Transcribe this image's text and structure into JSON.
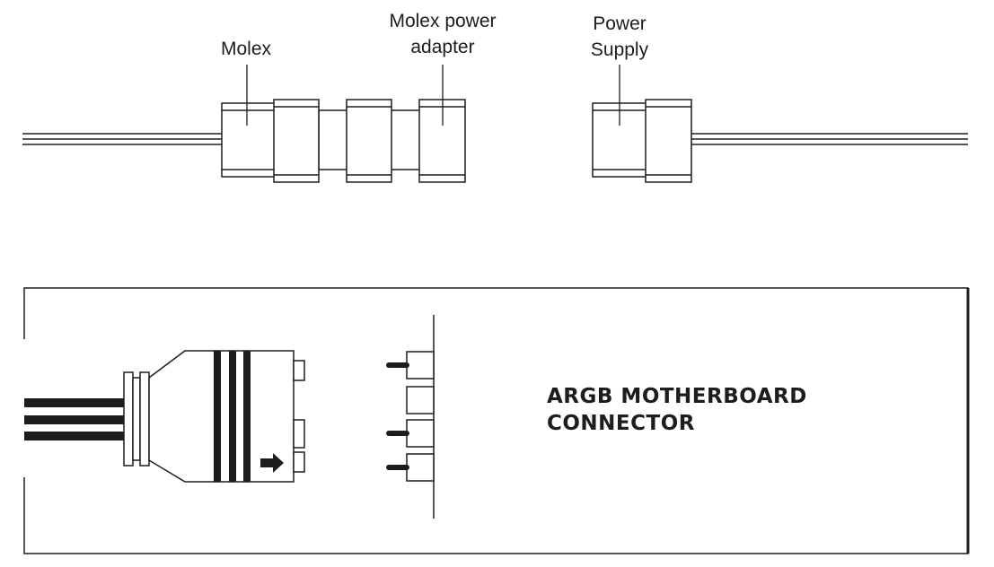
{
  "top_diagram": {
    "labels": {
      "molex": "Molex",
      "molex_power_adapter_line1": "Molex power",
      "molex_power_adapter_line2": "adapter",
      "power_supply_line1": "Power",
      "power_supply_line2": "Supply"
    }
  },
  "bottom_diagram": {
    "title_line1": "ARGB MOTHERBOARD",
    "title_line2": "CONNECTOR",
    "pins_connected": [
      true,
      false,
      true,
      true
    ]
  },
  "colors": {
    "ink": "#1d1d1b",
    "background": "#ffffff"
  }
}
